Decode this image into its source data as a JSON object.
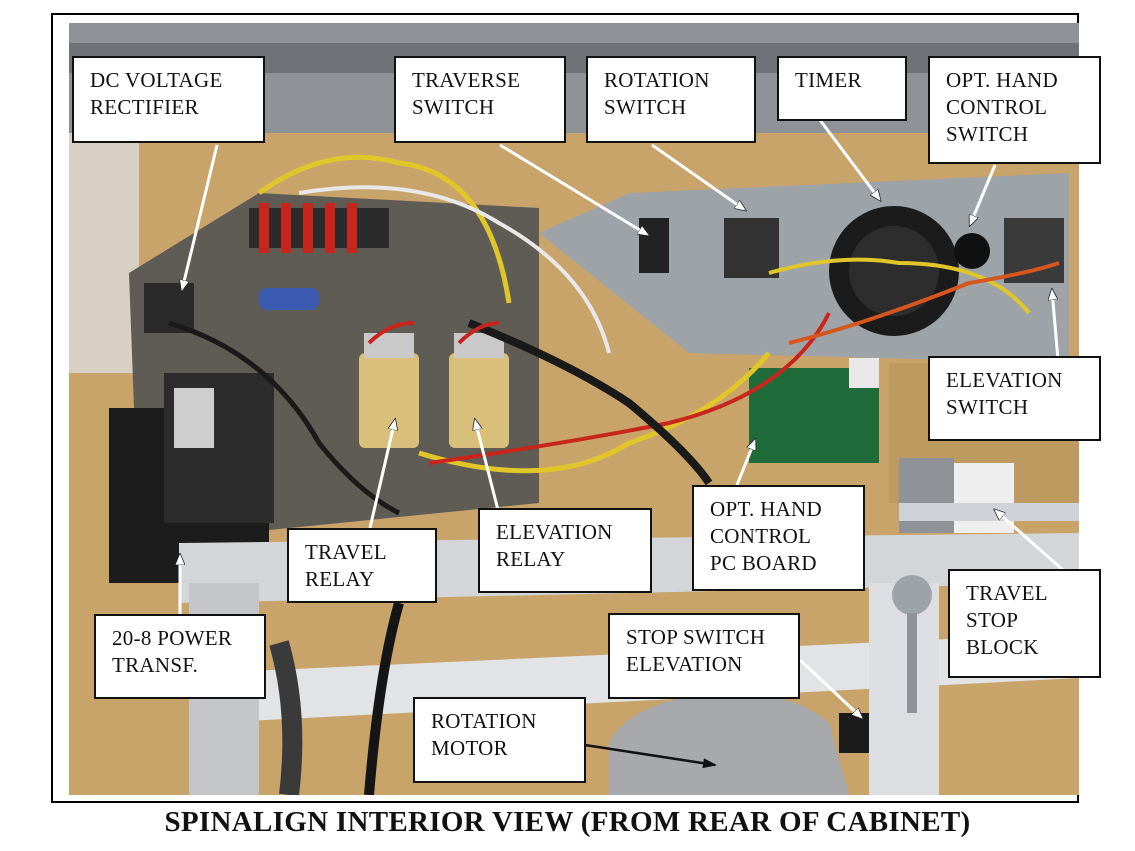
{
  "caption": "SPINALIGN INTERIOR VIEW (FROM REAR OF CABINET)",
  "labels": {
    "dc_voltage_rectifier": "DC VOLTAGE\nRECTIFIER",
    "traverse_switch": "TRAVERSE\nSWITCH",
    "rotation_switch": "ROTATION\nSWITCH",
    "timer": "TIMER",
    "opt_hand_control_switch": "OPT. HAND\nCONTROL\nSWITCH",
    "elevation_switch": "ELEVATION\nSWITCH",
    "opt_hand_control_pc_board": "OPT. HAND\nCONTROL\nPC BOARD",
    "elevation_relay": "ELEVATION\nRELAY",
    "travel_relay": "TRAVEL\nRELAY",
    "power_transformer": "20-8 POWER\nTRANSF.",
    "stop_switch_elevation": "STOP SWITCH\nELEVATION",
    "rotation_motor": "ROTATION\nMOTOR",
    "travel_stop_block": "TRAVEL\nSTOP\nBLOCK"
  },
  "colors": {
    "wood": "#c9a46a",
    "metal": "#b9bcc0",
    "wire_red": "#c8261c",
    "wire_yellow": "#e1c62a",
    "wire_black": "#1a1a1a",
    "board_green": "#1f6b3a"
  }
}
